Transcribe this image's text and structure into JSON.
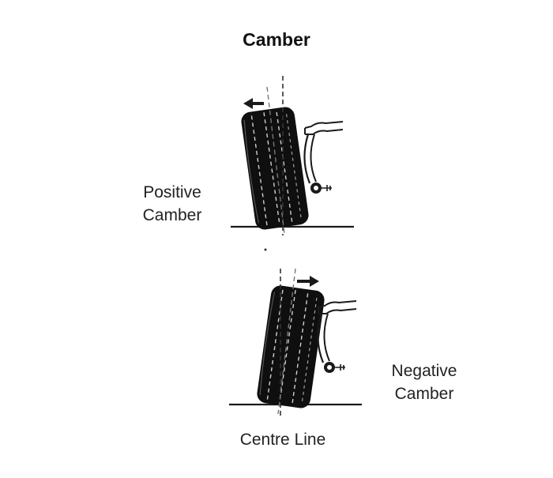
{
  "title": "Camber",
  "positive_label": {
    "line1": "Positive",
    "line2": "Camber"
  },
  "negative_label": {
    "line1": "Negative",
    "line2": "Camber"
  },
  "centre_label": "Centre Line",
  "colors": {
    "ink": "#1a1a1a",
    "tyre": "#0f0f0f",
    "background": "#ffffff",
    "line_grey": "#666666"
  }
}
